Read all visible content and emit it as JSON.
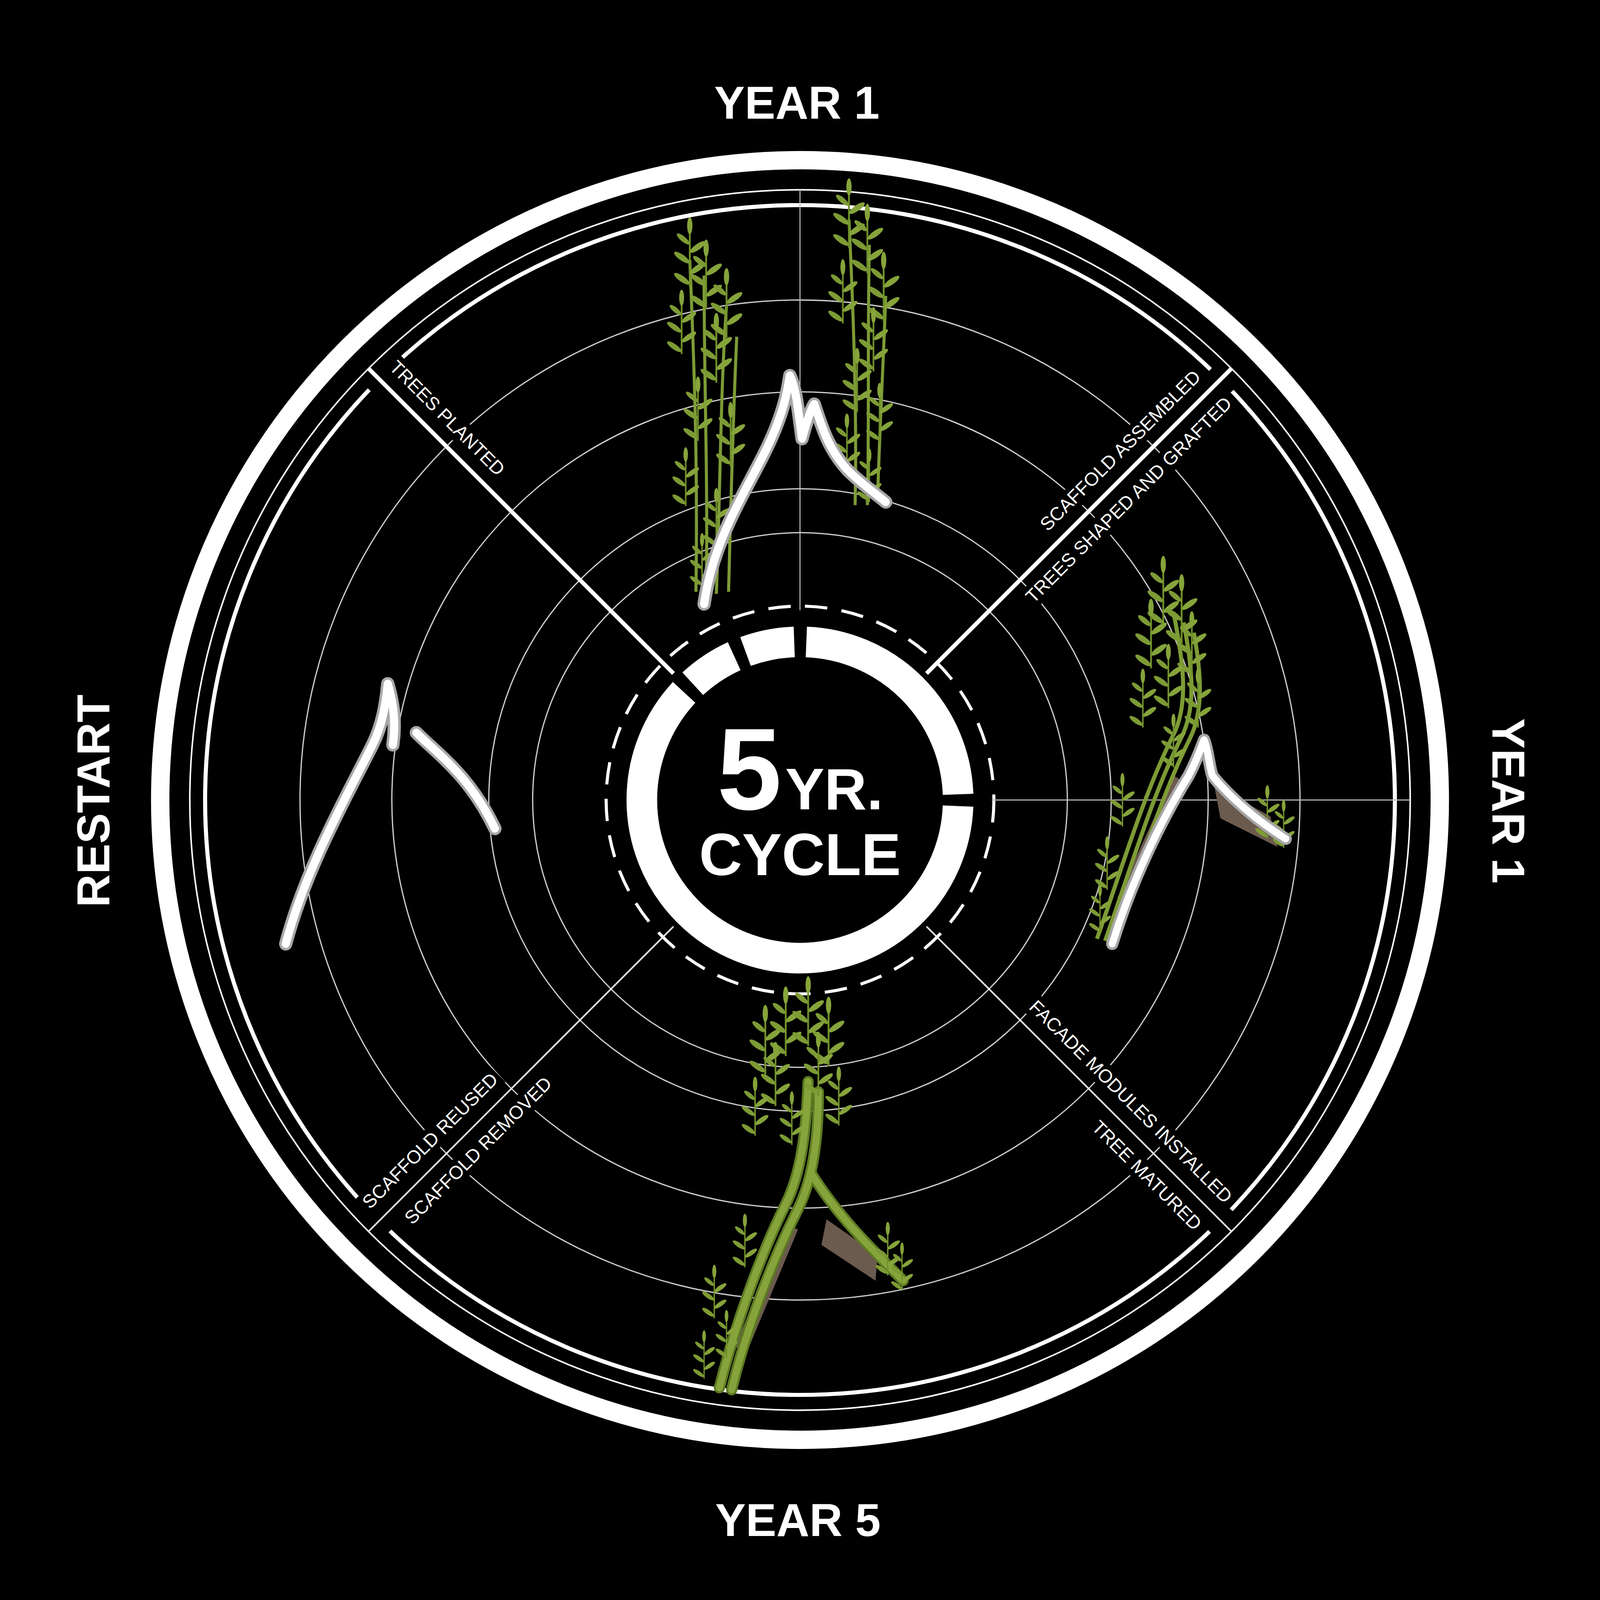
{
  "diagram": {
    "nodes": [
      {
        "text": [
          "5",
          "YR.",
          "CYCLE"
        ]
      }
    ],
    "labels": [
      "YEAR 1",
      "TREES PLANTED",
      "SCAFFOLD ASSEMBLED",
      "TREES SHAPED AND GRAFTED",
      "YEAR 1",
      "FACADE MODULES INSTALLED",
      "TREE MATURED",
      "YEAR 5",
      "SCAFFOLD REUSED",
      "SCAFFOLD REMOVED",
      "RESTART"
    ]
  }
}
